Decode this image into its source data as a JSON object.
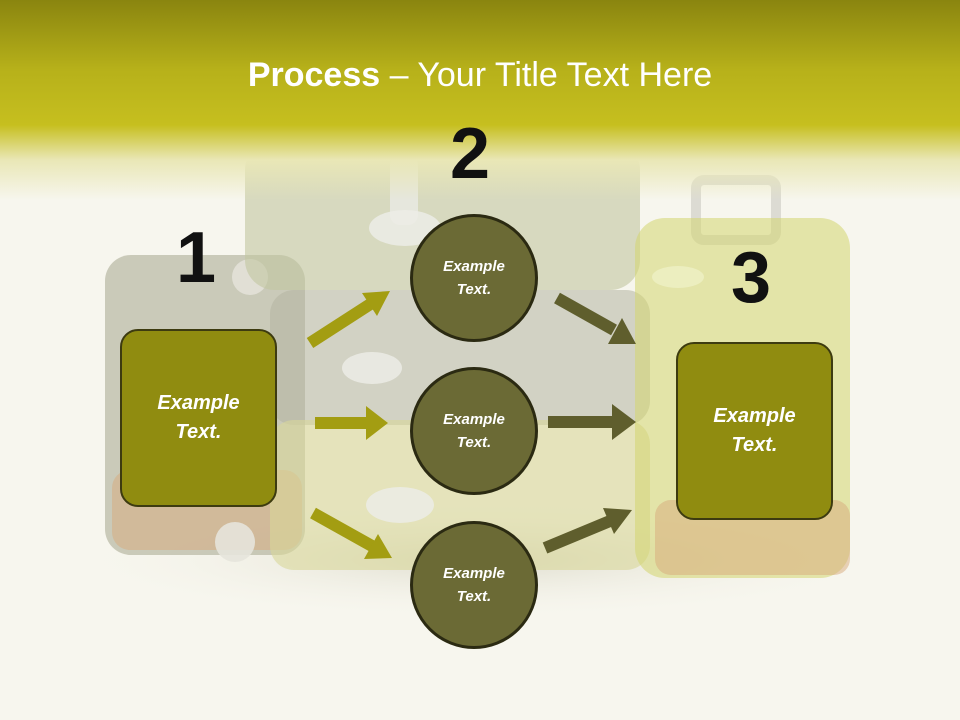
{
  "title": {
    "bold": "Process",
    "rest": " – Your Title Text Here"
  },
  "steps": {
    "one": {
      "number": "1",
      "line1": "Example",
      "line2": "Text."
    },
    "two": {
      "number": "2"
    },
    "three": {
      "number": "3",
      "line1": "Example",
      "line2": "Text."
    }
  },
  "circles": [
    {
      "line1": "Example",
      "line2": "Text."
    },
    {
      "line1": "Example",
      "line2": "Text."
    },
    {
      "line1": "Example",
      "line2": "Text."
    }
  ],
  "colors": {
    "header": "#b7b11a",
    "box": "#908c10",
    "circle": "#6b6a35",
    "arrow_yellow": "#a39d12",
    "arrow_dark": "#5f5e2d"
  }
}
